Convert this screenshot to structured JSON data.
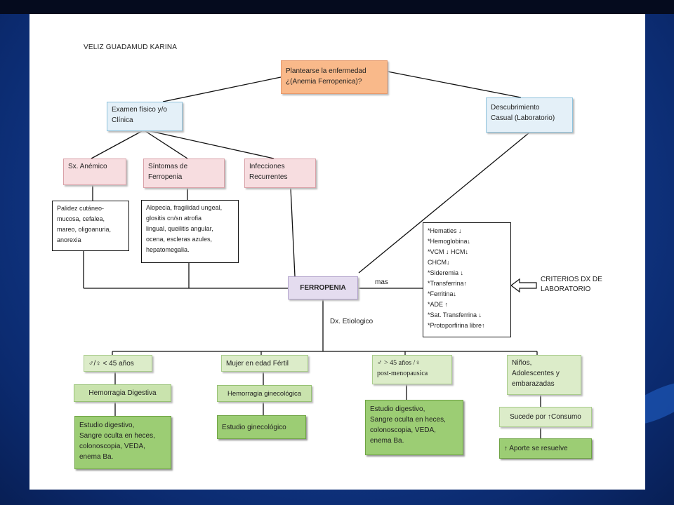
{
  "author": "VELIZ GUADAMUD KARINA",
  "nodes": {
    "root": [
      "Plantearse la enfermedad",
      "¿(Anemia Ferropenica)?"
    ],
    "examen": [
      "Examen físico y/o",
      "Clínica"
    ],
    "descubrimiento": [
      "Descubrimiento",
      "Casual (Laboratorio)"
    ],
    "sx_anemico": [
      "Sx. Anémico"
    ],
    "sintomas": [
      "Síntomas de",
      "Ferropenia"
    ],
    "infecciones": [
      "Infecciones",
      "Recurrentes"
    ],
    "palidez": [
      "Palidez cutáneo-",
      "mucosa, cefalea,",
      "mareo, oligoanuria,",
      "anorexia"
    ],
    "alopecia": [
      "Alopecia, fragilidad ungeal,",
      "glositis cn/sn atrofia",
      "lingual, queilitis angular,",
      "ocena, escleras azules,",
      "hepatomegalia."
    ],
    "laboratorio": [
      "*Hematies ↓",
      "*Hemoglobina↓",
      "*VCM ↓ HCM↓",
      "CHCM↓",
      "*Sideremia ↓",
      "*Transferrina↑",
      "*Ferritina↓",
      "*ADE ↑",
      "*Sat. Transferrina ↓",
      "*Protoporfirina libre↑"
    ],
    "ferropenia": [
      "FERROPENIA"
    ],
    "mas": [
      "mas"
    ],
    "criterios": [
      "CRITERIOS DX DE",
      "LABORATORIO"
    ],
    "dx_etiologico": [
      "Dx. Etiologico"
    ],
    "men_young": [
      "♂/♀ < 45 años"
    ],
    "mujer_fertil": [
      "Mujer en edad Fértil"
    ],
    "men_old": [
      "♂ > 45 años /♀",
      "post-menopausica"
    ],
    "ninos": [
      "Niños,",
      "Adolescentes y",
      "embarazadas"
    ],
    "hemorragia_digestiva": [
      "Hemorragia Digestiva"
    ],
    "hemorragia_gineco": [
      "Hemorragia ginecológica"
    ],
    "consumo": [
      "Sucede por ↑Consumo"
    ],
    "estudio_digestivo_1": [
      "Estudio digestivo,",
      "Sangre oculta en heces,",
      "colonoscopia, VEDA,",
      "enema Ba."
    ],
    "estudio_gineco": [
      "Estudio ginecológico"
    ],
    "estudio_digestivo_2": [
      "Estudio digestivo,",
      "Sangre oculta en heces,",
      "colonoscopia, VEDA,",
      "enema Ba."
    ],
    "aporte": [
      "↑ Aporte se resuelve"
    ]
  },
  "edges": [
    [
      "root",
      "examen"
    ],
    [
      "root",
      "descubrimiento"
    ],
    [
      "examen",
      "sx_anemico"
    ],
    [
      "examen",
      "sintomas"
    ],
    [
      "examen",
      "infecciones"
    ],
    [
      "sx_anemico",
      "palidez"
    ],
    [
      "sintomas",
      "alopecia"
    ],
    [
      "palidez",
      "ferropenia"
    ],
    [
      "alopecia",
      "ferropenia"
    ],
    [
      "infecciones",
      "ferropenia"
    ],
    [
      "descubrimiento",
      "ferropenia"
    ],
    [
      "ferropenia",
      "laboratorio"
    ],
    [
      "criterios",
      "laboratorio"
    ],
    [
      "ferropenia",
      "dx_etiologico"
    ],
    [
      "ferropenia",
      "men_young"
    ],
    [
      "ferropenia",
      "mujer_fertil"
    ],
    [
      "ferropenia",
      "men_old"
    ],
    [
      "ferropenia",
      "ninos"
    ],
    [
      "men_young",
      "hemorragia_digestiva"
    ],
    [
      "hemorragia_digestiva",
      "estudio_digestivo_1"
    ],
    [
      "mujer_fertil",
      "hemorragia_gineco"
    ],
    [
      "hemorragia_gineco",
      "estudio_gineco"
    ],
    [
      "men_old",
      "estudio_digestivo_2"
    ],
    [
      "ninos",
      "consumo"
    ],
    [
      "consumo",
      "aporte"
    ]
  ]
}
